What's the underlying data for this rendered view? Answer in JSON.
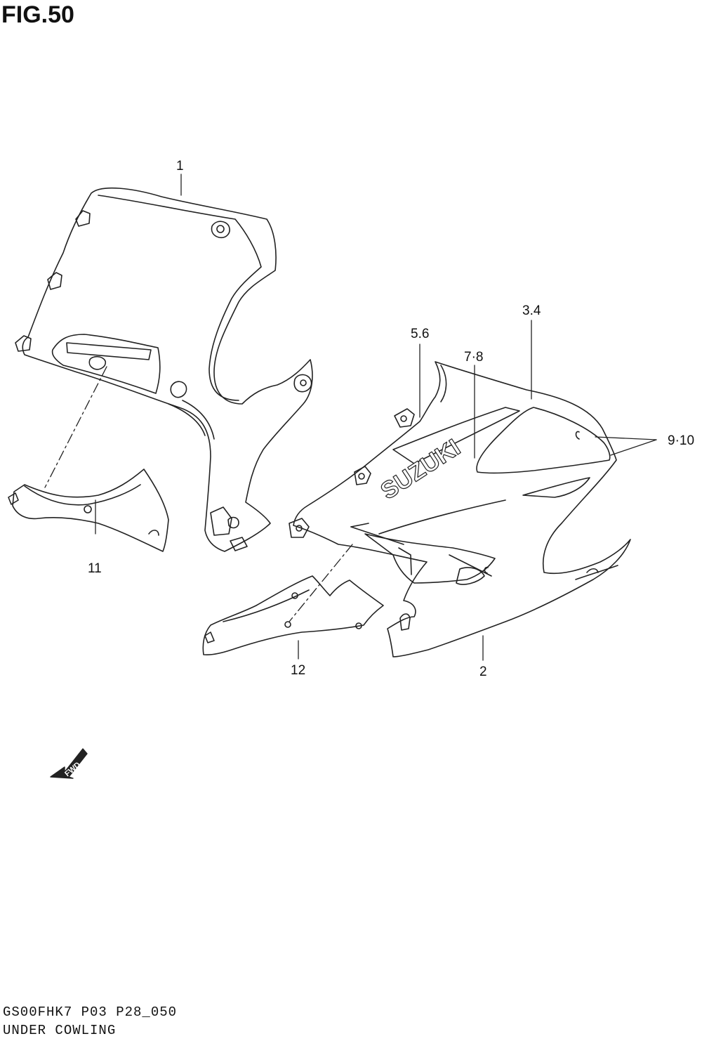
{
  "figure": {
    "title": "FIG.50",
    "footer_code": "GS00FHK7 P03 P28_050",
    "footer_name": "UNDER COWLING"
  },
  "callouts": {
    "c1": "1",
    "c2": "2",
    "c34": "3.4",
    "c56": "5.6",
    "c78": "7·8",
    "c910": "9·10",
    "c11": "11",
    "c12": "12"
  },
  "parts": {
    "brand_logo": "SUZUKI",
    "fwd_label": "FWD"
  },
  "colors": {
    "line": "#222222",
    "background": "#ffffff"
  }
}
